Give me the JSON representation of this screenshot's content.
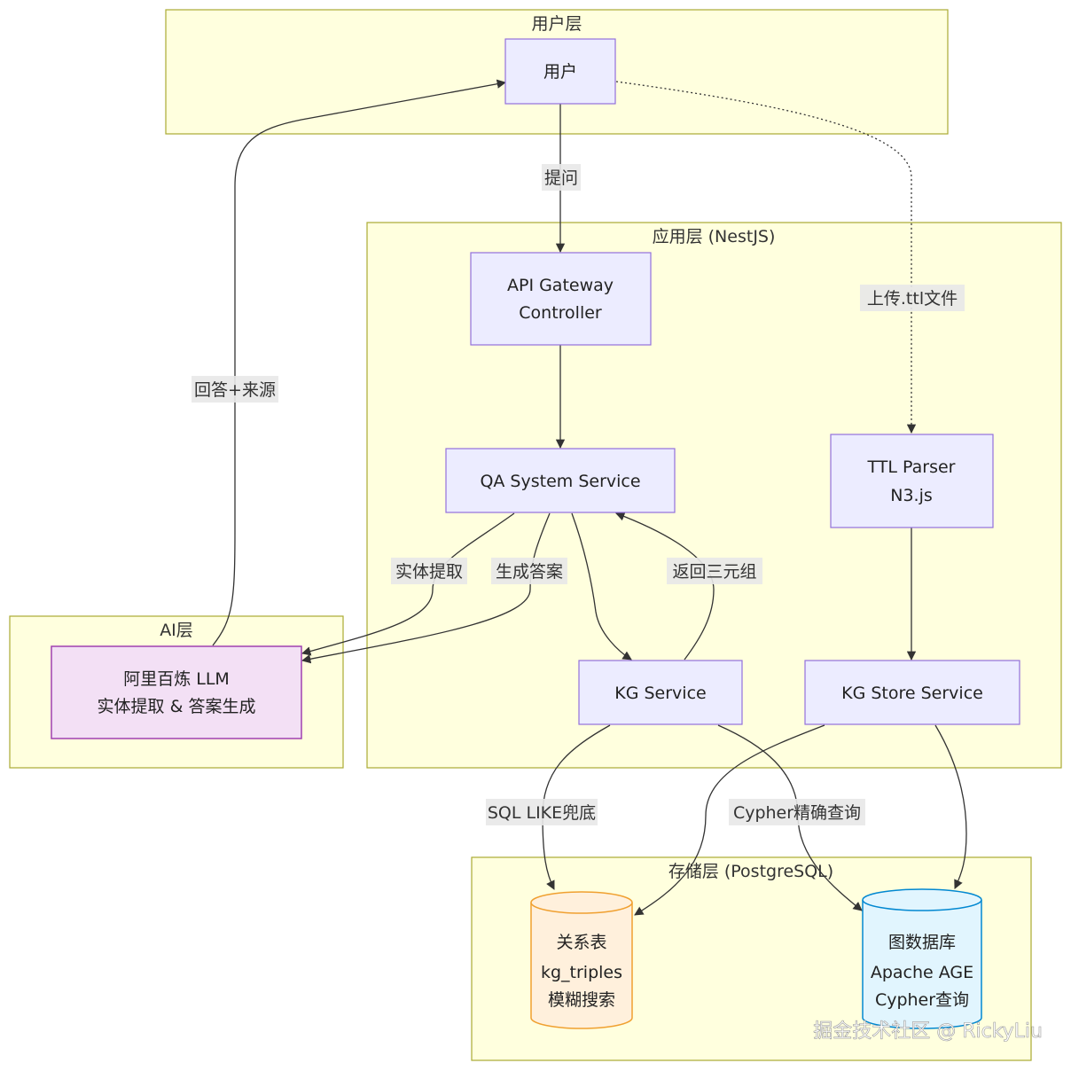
{
  "groups": {
    "user_layer": "用户层",
    "app_layer": "应用层 (NestJS)",
    "ai_layer": "AI层",
    "storage_layer": "存储层 (PostgreSQL)"
  },
  "nodes": {
    "user": "用户",
    "api_gateway": [
      "API Gateway",
      "Controller"
    ],
    "qa_service": "QA System Service",
    "ttl_parser": [
      "TTL Parser",
      "N3.js"
    ],
    "llm": [
      "阿里百炼 LLM",
      "实体提取 & 答案生成"
    ],
    "kg_service": "KG Service",
    "kg_store": "KG Store Service",
    "relational_table": [
      "关系表",
      "kg_triples",
      "模糊搜索"
    ],
    "graph_db": [
      "图数据库",
      "Apache AGE",
      "Cypher查询"
    ]
  },
  "edges": {
    "ask": "提问",
    "upload": "上传.ttl文件",
    "answer_source": "回答+来源",
    "entity_extract": "实体提取",
    "generate_answer": "生成答案",
    "return_triples": "返回三元组",
    "sql_like": "SQL LIKE兜底",
    "cypher_exact": "Cypher精确查询"
  },
  "watermark": "掘金技术社区 @ RickyLiu"
}
